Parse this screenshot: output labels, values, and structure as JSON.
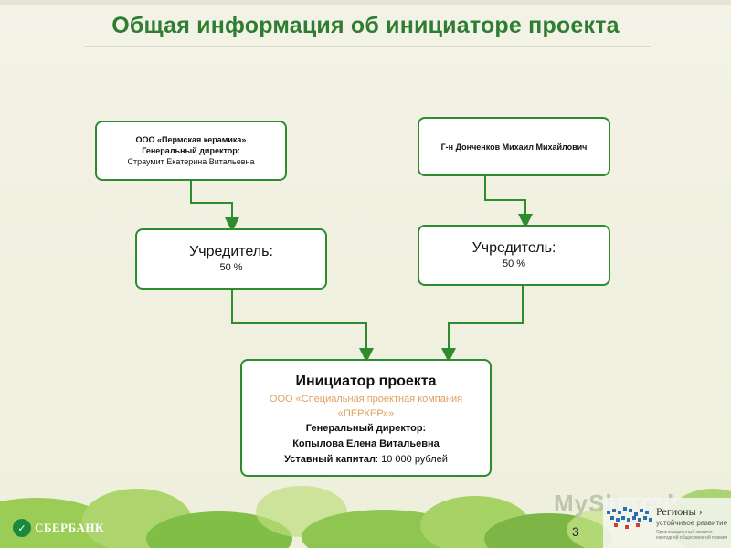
{
  "title": "Общая информация об инициаторе проекта",
  "box1": {
    "line1": "ООО «Пермская керамика»",
    "line2": "Генеральный директор:",
    "line3": "Страумит Екатерина  Витальевна"
  },
  "box2": {
    "line1": "Г-н Донченков Михаил Михайлович"
  },
  "founder_left": {
    "label": "Учредитель:",
    "share": "50 %"
  },
  "founder_right": {
    "label": "Учредитель:",
    "share": "50 %"
  },
  "initiator": {
    "title": "Инициатор проекта",
    "company_line1": "ООО «Специальная проектная компания",
    "company_line2": "«ПЕРКЕР»»",
    "director_label": "Генеральный директор:",
    "director_name": "Копылова Елена Витальевна",
    "capital_label": "Уставный капитал",
    "capital_value": ": 10 000 рублей"
  },
  "footer": {
    "bank_logo": "СБЕРБАНК",
    "page_number": "3",
    "watermark": "MyShared",
    "regions_title": "Регионы ›",
    "regions_sub": "устойчивое развитие",
    "regions_tiny": "Организационный комитет ежегодной общественной премии"
  },
  "colors": {
    "accent": "#2f7d32",
    "border": "#2e8b2e",
    "highlight": "#e0a060"
  }
}
